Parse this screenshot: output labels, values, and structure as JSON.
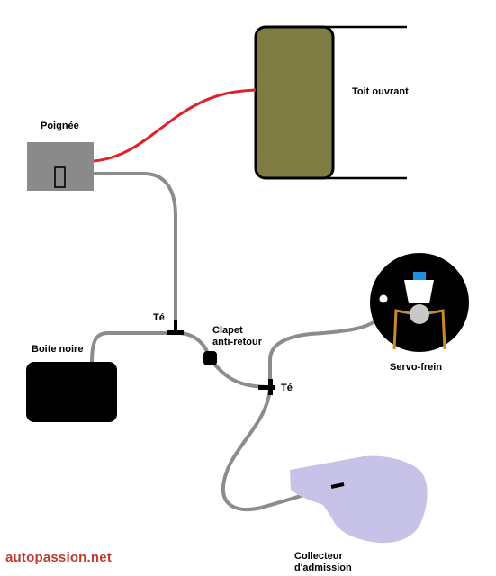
{
  "labels": {
    "toit_ouvrant": "Toit ouvrant",
    "poignee": "Poignée",
    "te_top": "Té",
    "clapet_line1": "Clapet",
    "clapet_line2": "anti-retour",
    "boite_noire": "Boite noire",
    "servo_frein": "Servo-frein",
    "te_right": "Té",
    "collecteur_line1": "Collecteur",
    "collecteur_line2": "d'admission"
  },
  "watermark": "autopassion.net",
  "colors": {
    "hose": "#8c8c8c",
    "wire": "#e0202a",
    "roof": "#7f7c43",
    "handle": "#8a8a8a",
    "black_box": "#000000",
    "manifold": "#c7c2e8",
    "servo_fluid_cap": "#1f8fe0",
    "servo_legs": "#c98a2c",
    "watermark": "#c0392b"
  }
}
